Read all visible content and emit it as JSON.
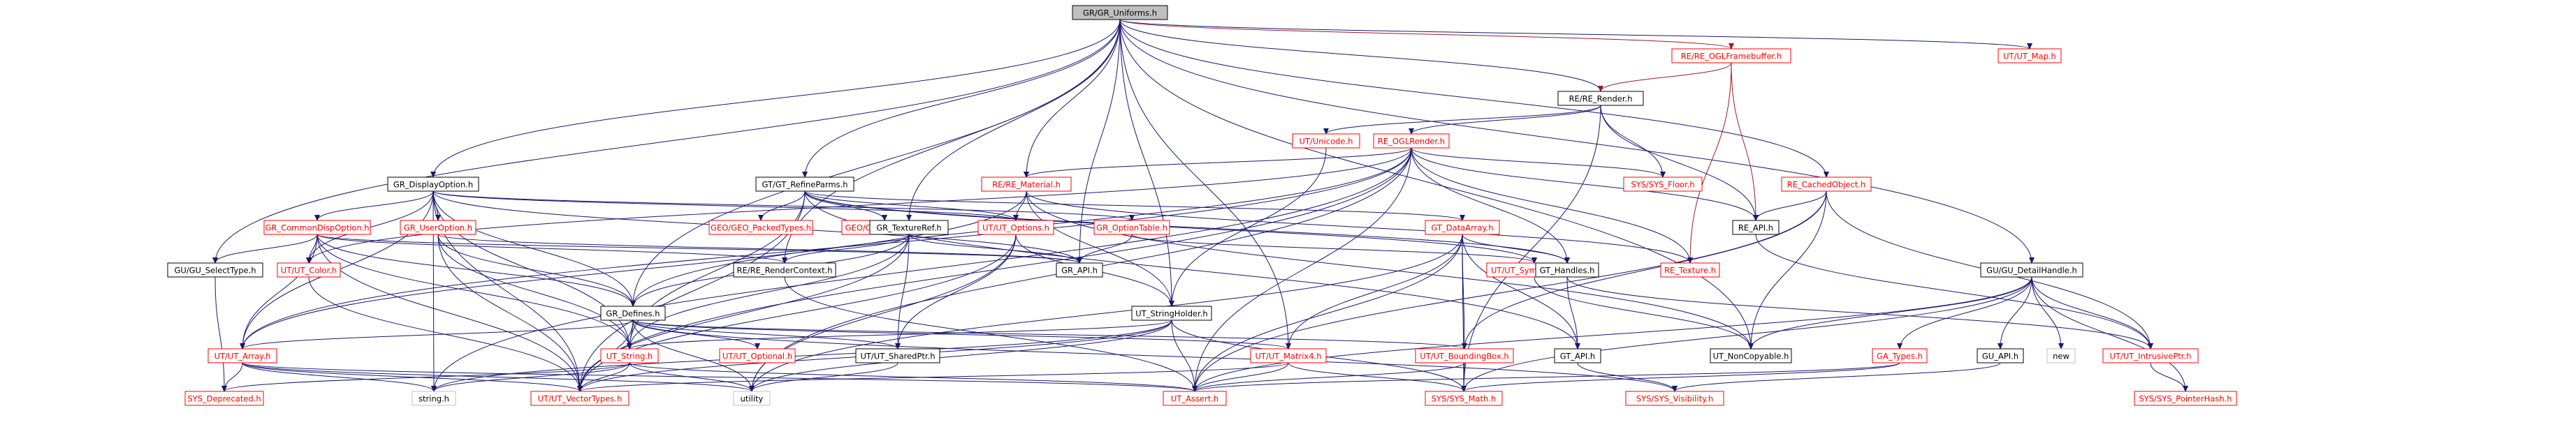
{
  "title": "GR/GR_Uniforms.h",
  "colors": {
    "edge": "#191970",
    "edge_alt": "#9a1b2b",
    "box_border": "#000000",
    "incomplete_border": "#ff0000",
    "root_fill": "#bfbfbf",
    "external_border": "#bfbfbf"
  },
  "nodes": [
    {
      "id": "root",
      "label": "GR/GR_Uniforms.h",
      "style": "root"
    },
    {
      "id": "re_ogl_fb",
      "label": "RE/RE_OGLFramebuffer.h",
      "style": "red"
    },
    {
      "id": "ut_map",
      "label": "UT/UT_Map.h",
      "style": "red"
    },
    {
      "id": "re_render",
      "label": "RE/RE_Render.h",
      "style": "normal"
    },
    {
      "id": "ut_unicode",
      "label": "UT/Unicode.h",
      "style": "red"
    },
    {
      "id": "re_oglrender",
      "label": "RE_OGLRender.h",
      "style": "red"
    },
    {
      "id": "sys_floor",
      "label": "SYS/SYS_Floor.h",
      "style": "red"
    },
    {
      "id": "re_cached",
      "label": "RE_CachedObject.h",
      "style": "red"
    },
    {
      "id": "gr_disp",
      "label": "GR_DisplayOption.h",
      "style": "normal"
    },
    {
      "id": "gt_refine",
      "label": "GT/GT_RefineParms.h",
      "style": "normal"
    },
    {
      "id": "re_material",
      "label": "RE/RE_Material.h",
      "style": "red"
    },
    {
      "id": "re_api",
      "label": "RE_API.h",
      "style": "normal"
    },
    {
      "id": "gr_common",
      "label": "GR_CommonDispOption.h",
      "style": "red"
    },
    {
      "id": "gr_user",
      "label": "GR_UserOption.h",
      "style": "red"
    },
    {
      "id": "geo_packed",
      "label": "GEO/GEO_PackedTypes.h",
      "style": "red"
    },
    {
      "id": "geo_normal",
      "label": "GEO/GEO_Normal.h",
      "style": "red"
    },
    {
      "id": "ut_options",
      "label": "UT/UT_Options.h",
      "style": "red"
    },
    {
      "id": "gr_texref",
      "label": "GR_TextureRef.h",
      "style": "normal"
    },
    {
      "id": "gr_opttable",
      "label": "GR_OptionTable.h",
      "style": "red"
    },
    {
      "id": "gt_dataarray",
      "label": "GT_DataArray.h",
      "style": "red"
    },
    {
      "id": "gu_select",
      "label": "GU/GU_SelectType.h",
      "style": "normal"
    },
    {
      "id": "ut_color",
      "label": "UT/UT_Color.h",
      "style": "red"
    },
    {
      "id": "re_rctx",
      "label": "RE/RE_RenderContext.h",
      "style": "normal"
    },
    {
      "id": "gr_api",
      "label": "GR_API.h",
      "style": "normal"
    },
    {
      "id": "ut_symtab",
      "label": "UT/UT_SymbolTable.h",
      "style": "red"
    },
    {
      "id": "re_texture",
      "label": "RE_Texture.h",
      "style": "red"
    },
    {
      "id": "gt_handles",
      "label": "GT_Handles.h",
      "style": "normal"
    },
    {
      "id": "gu_detail",
      "label": "GU/GU_DetailHandle.h",
      "style": "normal"
    },
    {
      "id": "gr_defines",
      "label": "GR_Defines.h",
      "style": "normal"
    },
    {
      "id": "ut_strholder",
      "label": "UT_StringHolder.h",
      "style": "normal"
    },
    {
      "id": "ut_array",
      "label": "UT/UT_Array.h",
      "style": "red"
    },
    {
      "id": "ut_string",
      "label": "UT_String.h",
      "style": "red"
    },
    {
      "id": "ut_optional",
      "label": "UT/UT_Optional.h",
      "style": "red"
    },
    {
      "id": "ut_sharedptr",
      "label": "UT/UT_SharedPtr.h",
      "style": "normal"
    },
    {
      "id": "ut_matrix4",
      "label": "UT/UT_Matrix4.h",
      "style": "red"
    },
    {
      "id": "ut_bbox",
      "label": "UT/UT_BoundingBox.h",
      "style": "red"
    },
    {
      "id": "gt_api",
      "label": "GT_API.h",
      "style": "normal"
    },
    {
      "id": "ut_noncopy",
      "label": "UT_NonCopyable.h",
      "style": "normal"
    },
    {
      "id": "ga_types",
      "label": "GA_Types.h",
      "style": "red"
    },
    {
      "id": "gu_api",
      "label": "GU_API.h",
      "style": "normal"
    },
    {
      "id": "new",
      "label": "new",
      "style": "plain"
    },
    {
      "id": "ut_intrusive",
      "label": "UT/UT_IntrusivePtr.h",
      "style": "red"
    },
    {
      "id": "sys_deprecated",
      "label": "SYS_Deprecated.h",
      "style": "red"
    },
    {
      "id": "string_h",
      "label": "string.h",
      "style": "plain"
    },
    {
      "id": "ut_vectortypes",
      "label": "UT/UT_VectorTypes.h",
      "style": "red"
    },
    {
      "id": "utility",
      "label": "utility",
      "style": "plain"
    },
    {
      "id": "ut_assert",
      "label": "UT_Assert.h",
      "style": "red"
    },
    {
      "id": "sys_math",
      "label": "SYS/SYS_Math.h",
      "style": "red"
    },
    {
      "id": "sys_visibility",
      "label": "SYS/SYS_Visibility.h",
      "style": "red"
    },
    {
      "id": "sys_pointerhash",
      "label": "SYS/SYS_PointerHash.h",
      "style": "red"
    }
  ],
  "edges": [
    [
      "root",
      "re_ogl_fb"
    ],
    [
      "root",
      "ut_map"
    ],
    [
      "root",
      "re_render"
    ],
    [
      "root",
      "re_cached"
    ],
    [
      "root",
      "gu_detail"
    ],
    [
      "root",
      "gr_disp"
    ],
    [
      "root",
      "gt_refine"
    ],
    [
      "root",
      "re_material"
    ],
    [
      "root",
      "gr_texref"
    ],
    [
      "root",
      "gu_select"
    ],
    [
      "root",
      "gr_api"
    ],
    [
      "root",
      "re_rctx"
    ],
    [
      "root",
      "gr_defines"
    ],
    [
      "root",
      "ut_strholder"
    ],
    [
      "root",
      "ut_matrix4"
    ],
    [
      "root",
      "ut_noncopy"
    ],
    [
      "re_ogl_fb",
      "re_render"
    ],
    [
      "re_ogl_fb",
      "re_api"
    ],
    [
      "re_ogl_fb",
      "re_texture"
    ],
    [
      "re_render",
      "ut_unicode"
    ],
    [
      "re_render",
      "re_oglrender"
    ],
    [
      "re_render",
      "sys_floor"
    ],
    [
      "re_render",
      "re_api"
    ],
    [
      "re_render",
      "sys_math"
    ],
    [
      "ut_unicode",
      "ut_strholder"
    ],
    [
      "re_oglrender",
      "re_material"
    ],
    [
      "re_oglrender",
      "sys_floor"
    ],
    [
      "re_oglrender",
      "re_api"
    ],
    [
      "re_oglrender",
      "re_texture"
    ],
    [
      "re_oglrender",
      "ut_assert"
    ],
    [
      "re_oglrender",
      "utility"
    ],
    [
      "re_oglrender",
      "gt_handles"
    ],
    [
      "re_oglrender",
      "ut_array"
    ],
    [
      "re_oglrender",
      "ut_vectortypes"
    ],
    [
      "re_oglrender",
      "ut_color"
    ],
    [
      "re_oglrender",
      "gr_defines"
    ],
    [
      "re_oglrender",
      "string_h"
    ],
    [
      "re_cached",
      "re_api"
    ],
    [
      "re_cached",
      "ut_assert"
    ],
    [
      "re_cached",
      "ut_noncopy"
    ],
    [
      "re_cached",
      "ut_intrusive"
    ],
    [
      "re_cached",
      "ut_bbox"
    ],
    [
      "gr_disp",
      "gr_common"
    ],
    [
      "gr_disp",
      "gr_user"
    ],
    [
      "gr_disp",
      "gr_opttable"
    ],
    [
      "gr_disp",
      "ut_color"
    ],
    [
      "gr_disp",
      "gr_defines"
    ],
    [
      "gr_disp",
      "gr_api"
    ],
    [
      "gr_disp",
      "ut_string"
    ],
    [
      "gr_disp",
      "ut_array"
    ],
    [
      "gr_disp",
      "ut_vectortypes"
    ],
    [
      "gr_disp",
      "string_h"
    ],
    [
      "gr_disp",
      "ut_options"
    ],
    [
      "gt_refine",
      "geo_packed"
    ],
    [
      "gt_refine",
      "geo_normal"
    ],
    [
      "gt_refine",
      "ut_options"
    ],
    [
      "gt_refine",
      "gt_dataarray"
    ],
    [
      "gt_refine",
      "gt_handles"
    ],
    [
      "gt_refine",
      "ut_string"
    ],
    [
      "gt_refine",
      "ut_vectortypes"
    ],
    [
      "gt_refine",
      "ut_symtab"
    ],
    [
      "gt_refine",
      "gt_api"
    ],
    [
      "re_material",
      "ut_options"
    ],
    [
      "re_material",
      "re_texture"
    ],
    [
      "re_material",
      "ut_strholder"
    ],
    [
      "re_material",
      "ut_array"
    ],
    [
      "re_material",
      "ut_noncopy"
    ],
    [
      "re_api",
      "ut_intrusive"
    ],
    [
      "gr_common",
      "gu_select"
    ],
    [
      "gr_common",
      "ut_color"
    ],
    [
      "gr_common",
      "gr_defines"
    ],
    [
      "gr_common",
      "ut_vectortypes"
    ],
    [
      "gr_common",
      "ut_string"
    ],
    [
      "gr_common",
      "gr_api"
    ],
    [
      "gr_common",
      "ut_array"
    ],
    [
      "gr_common",
      "re_rctx"
    ],
    [
      "gr_user",
      "gr_defines"
    ],
    [
      "gr_user",
      "ut_string"
    ],
    [
      "gr_user",
      "ut_vectortypes"
    ],
    [
      "gr_user",
      "gr_api"
    ],
    [
      "ut_options",
      "ut_strholder"
    ],
    [
      "ut_options",
      "ut_sharedptr"
    ],
    [
      "ut_options",
      "ut_vectortypes"
    ],
    [
      "ut_options",
      "utility"
    ],
    [
      "gr_texref",
      "gr_defines"
    ],
    [
      "gr_texref",
      "re_rctx"
    ],
    [
      "gr_texref",
      "gr_api"
    ],
    [
      "gr_texref",
      "ut_string"
    ],
    [
      "gr_texref",
      "ut_sharedptr"
    ],
    [
      "gr_texref",
      "ut_vectortypes"
    ],
    [
      "gr_opttable",
      "gr_api"
    ],
    [
      "gr_opttable",
      "ut_symtab"
    ],
    [
      "gt_dataarray",
      "gt_handles"
    ],
    [
      "gt_dataarray",
      "ut_matrix4"
    ],
    [
      "gt_dataarray",
      "ut_bbox"
    ],
    [
      "gt_dataarray",
      "ut_assert"
    ],
    [
      "gt_dataarray",
      "gt_api"
    ],
    [
      "gt_dataarray",
      "sys_math"
    ],
    [
      "gt_dataarray",
      "utility"
    ],
    [
      "gu_select",
      "sys_deprecated"
    ],
    [
      "ut_color",
      "ut_vectortypes"
    ],
    [
      "re_rctx",
      "ut_assert"
    ],
    [
      "ut_symtab",
      "ut_noncopy"
    ],
    [
      "gt_handles",
      "gt_api"
    ],
    [
      "gt_handles",
      "ut_intrusive"
    ],
    [
      "gu_detail",
      "gu_api"
    ],
    [
      "gu_detail",
      "ga_types"
    ],
    [
      "gu_detail",
      "new"
    ],
    [
      "gu_detail",
      "ut_intrusive"
    ],
    [
      "gu_detail",
      "ut_noncopy"
    ],
    [
      "gu_detail",
      "sys_pointerhash"
    ],
    [
      "gu_detail",
      "ut_assert"
    ],
    [
      "gu_detail",
      "sys_math"
    ],
    [
      "gr_defines",
      "ut_array"
    ],
    [
      "gr_defines",
      "ut_string"
    ],
    [
      "gr_defines",
      "ut_optional"
    ],
    [
      "gr_defines",
      "ut_sharedptr"
    ],
    [
      "gr_defines",
      "ut_matrix4"
    ],
    [
      "gr_defines",
      "ut_bbox"
    ],
    [
      "gr_defines",
      "sys_visibility"
    ],
    [
      "gr_defines",
      "utility"
    ],
    [
      "gr_defines",
      "ut_vectortypes"
    ],
    [
      "ut_strholder",
      "ut_string"
    ],
    [
      "ut_strholder",
      "ut_assert"
    ],
    [
      "ut_strholder",
      "sys_math"
    ],
    [
      "ut_strholder",
      "utility"
    ],
    [
      "ut_strholder",
      "string_h"
    ],
    [
      "ut_strholder",
      "ut_vectortypes"
    ],
    [
      "ut_array",
      "sys_deprecated"
    ],
    [
      "ut_array",
      "string_h"
    ],
    [
      "ut_array",
      "ut_vectortypes"
    ],
    [
      "ut_array",
      "ut_assert"
    ],
    [
      "ut_array",
      "utility"
    ],
    [
      "ut_string",
      "sys_deprecated"
    ],
    [
      "ut_string",
      "string_h"
    ],
    [
      "ut_string",
      "ut_vectortypes"
    ],
    [
      "ut_string",
      "ut_assert"
    ],
    [
      "ut_string",
      "utility"
    ],
    [
      "ut_sharedptr",
      "utility"
    ],
    [
      "ut_matrix4",
      "ut_vectortypes"
    ],
    [
      "ut_matrix4",
      "ut_assert"
    ],
    [
      "ut_matrix4",
      "sys_math"
    ],
    [
      "ut_bbox",
      "ut_assert"
    ],
    [
      "ut_bbox",
      "sys_math"
    ],
    [
      "gt_api",
      "sys_visibility"
    ],
    [
      "ga_types",
      "ut_assert"
    ],
    [
      "ga_types",
      "sys_math"
    ],
    [
      "gu_api",
      "sys_visibility"
    ],
    [
      "ut_intrusive",
      "sys_pointerhash"
    ]
  ]
}
